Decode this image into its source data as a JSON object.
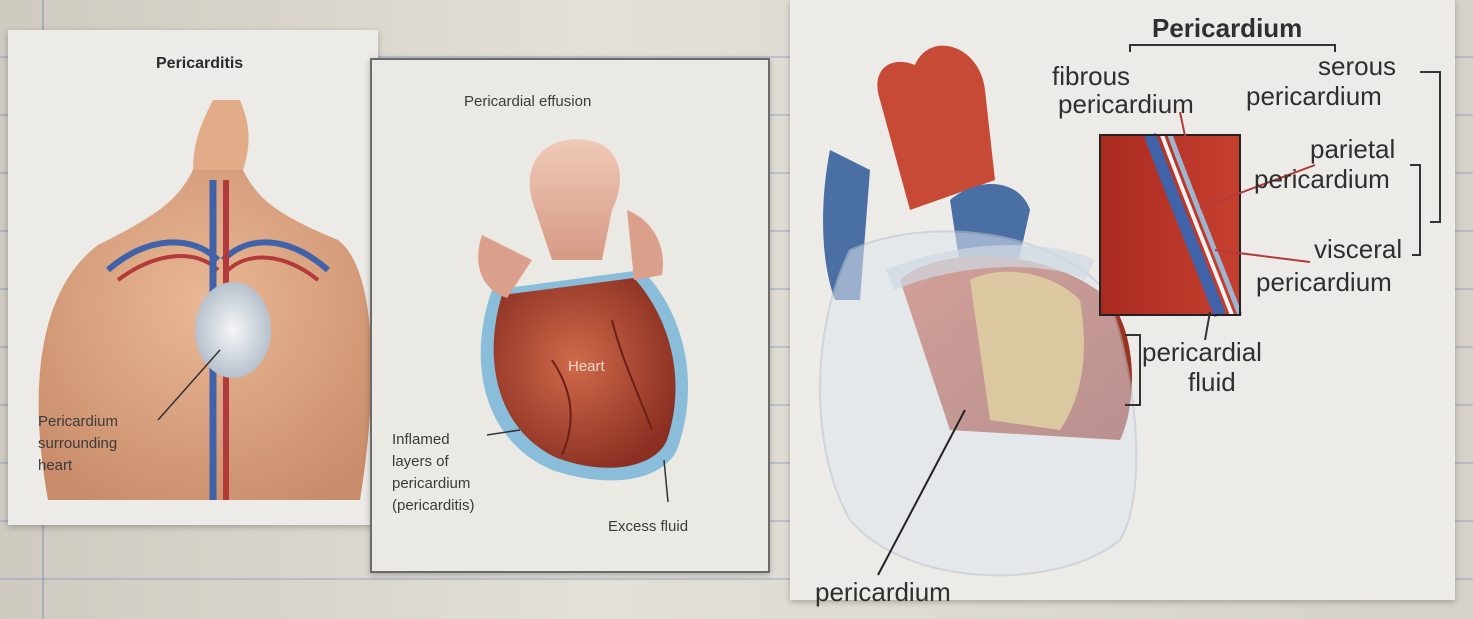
{
  "pericarditis_panel": {
    "title": "Pericarditis",
    "callout": [
      "Pericardium",
      "surrounding",
      "heart"
    ]
  },
  "effusion_panel": {
    "title": "Pericardial effusion",
    "heart_label": "Heart",
    "inflamed_label": [
      "Inflamed",
      "layers of",
      "pericardium",
      "(pericarditis)"
    ],
    "fluid_label": "Excess fluid"
  },
  "anatomy_panel": {
    "bottom_label": "pericardium",
    "header": "Pericardium",
    "fibrous": [
      "fibrous",
      "pericardium"
    ],
    "serous": [
      "serous",
      "pericardium"
    ],
    "parietal": [
      "parietal",
      "pericardium"
    ],
    "visceral": [
      "visceral",
      "pericardium"
    ],
    "fluid": [
      "pericardial",
      "fluid"
    ]
  },
  "colors": {
    "heart_red": "#b5442d",
    "vessel_blue": "#4a6fa5",
    "fluid_blue": "#7fb8d8",
    "fat_yellow": "#e0b84a",
    "sac_white": "#dfe6ee"
  }
}
